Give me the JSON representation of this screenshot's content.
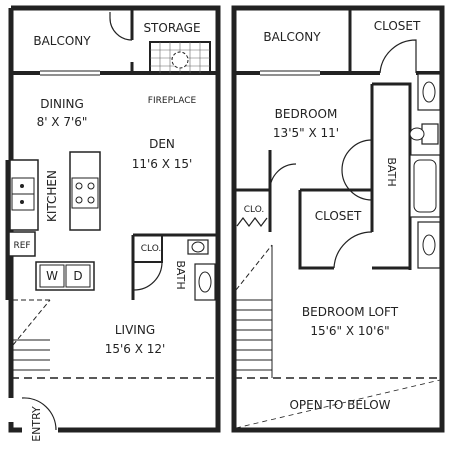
{
  "plan": {
    "first_floor": {
      "balcony": "BALCONY",
      "storage": "STORAGE",
      "fireplace": "FIREPLACE",
      "dining": {
        "name": "DINING",
        "size": "8' X 7'6\""
      },
      "den": {
        "name": "DEN",
        "size": "11'6 X 15'"
      },
      "kitchen": "KITCHEN",
      "ref": "REF",
      "washer": "W",
      "dryer": "D",
      "closet": "CLO.",
      "bath": "BATH",
      "living": {
        "name": "LIVING",
        "size": "15'6 X 12'"
      },
      "entry": "ENTRY"
    },
    "second_floor": {
      "balcony": "BALCONY",
      "closet_top": "CLOSET",
      "bedroom": {
        "name": "BEDROOM",
        "size": "13'5\" X 11'"
      },
      "bath": "BATH",
      "clo": "CLO.",
      "closet_mid": "CLOSET",
      "bedroom_loft": {
        "name": "BEDROOM LOFT",
        "size": "15'6\" X 10'6\""
      },
      "open_to_below": "OPEN TO BELOW"
    }
  }
}
